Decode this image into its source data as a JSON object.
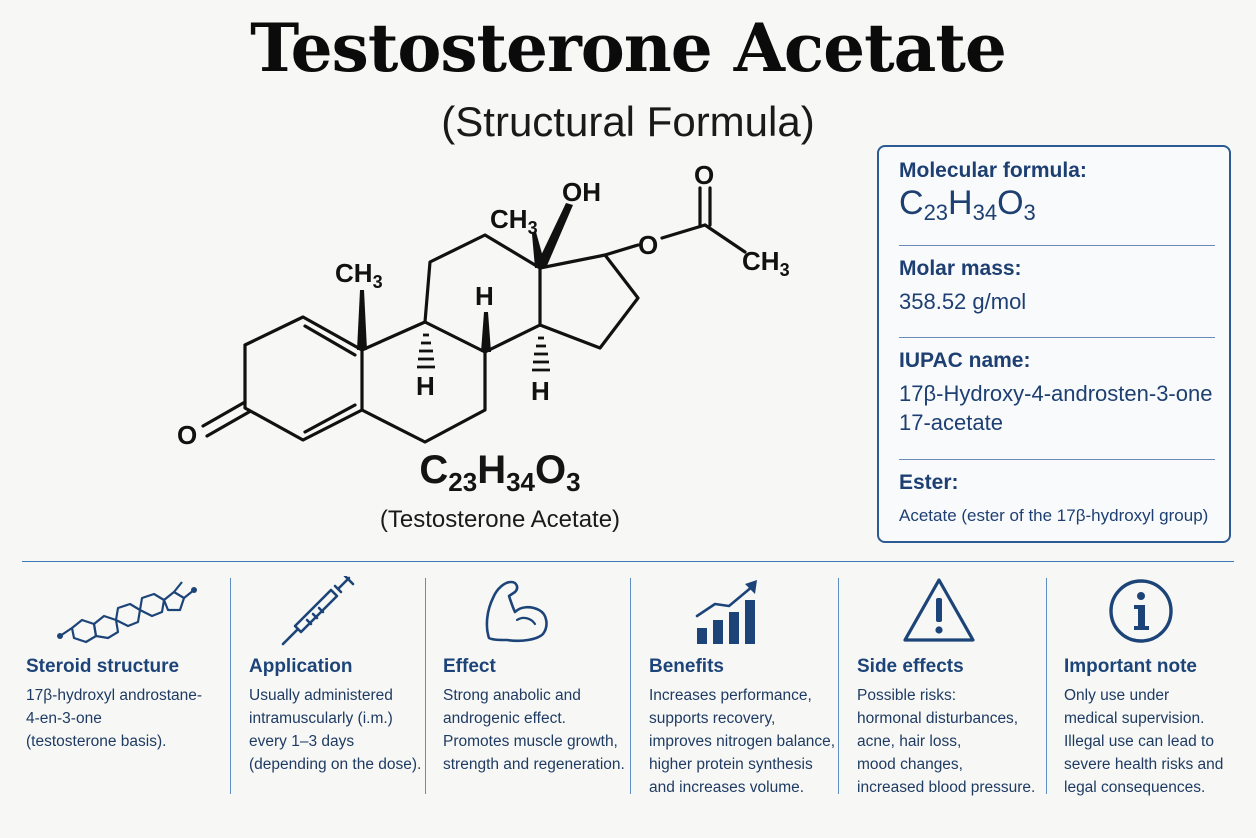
{
  "title": "Testosterone Acetate",
  "subtitle": "(Structural Formula)",
  "structure": {
    "labels": {
      "o_ketone": "O",
      "ch3_c19": "CH3",
      "ch3_c18": "CH3",
      "oh": "OH",
      "o_ester": "O",
      "o_carbonyl": "O",
      "ch3_acetyl": "CH3",
      "h_c9": "H",
      "h_c8": "H",
      "h_c14": "H"
    },
    "formula": {
      "c": "C",
      "c_n": "23",
      "h": "H",
      "h_n": "34",
      "o": "O",
      "o_n": "3"
    },
    "name": "(Testosterone Acetate)"
  },
  "info": {
    "molecular_formula_label": "Molecular formula:",
    "molecular_formula": {
      "c": "C",
      "c_n": "23",
      "h": "H",
      "h_n": "34",
      "o": "O",
      "o_n": "3"
    },
    "molar_mass_label": "Molar mass:",
    "molar_mass": "358.52 g/mol",
    "iupac_label": "IUPAC name:",
    "iupac_line1": "17β-Hydroxy-4-androsten-3-one",
    "iupac_line2": "17-acetate",
    "ester_label": "Ester:",
    "ester": "Acetate (ester of the 17β-hydroxyl group)"
  },
  "columns": [
    {
      "icon": "steroid-structure-icon",
      "title": "Steroid structure",
      "lines": [
        "17β-hydroxyl androstane-",
        "4-en-3-one",
        "(testosterone basis)."
      ]
    },
    {
      "icon": "syringe-icon",
      "title": "Application",
      "lines": [
        "Usually administered",
        "intramuscularly (i.m.)",
        "every 1–3 days",
        "(depending on the dose)."
      ]
    },
    {
      "icon": "flexed-arm-icon",
      "title": "Effect",
      "lines": [
        "Strong anabolic and",
        "androgenic effect.",
        "Promotes muscle growth,",
        "strength and regeneration."
      ]
    },
    {
      "icon": "growth-chart-icon",
      "title": "Benefits",
      "lines": [
        "Increases performance,",
        "supports recovery,",
        "improves nitrogen balance,",
        "higher protein synthesis",
        "and increases volume."
      ]
    },
    {
      "icon": "warning-icon",
      "title": "Side effects",
      "lines": [
        "Possible risks:",
        "hormonal disturbances,",
        "acne, hair loss,",
        "mood changes,",
        "increased blood pressure."
      ]
    },
    {
      "icon": "info-icon",
      "title": "Important note",
      "lines": [
        "Only use under",
        "medical supervision.",
        "Illegal use can lead to",
        "severe health risks and",
        "legal consequences."
      ]
    }
  ],
  "colors": {
    "accent": "#1d4478",
    "border": "#2c5a92",
    "ink": "#111111"
  }
}
